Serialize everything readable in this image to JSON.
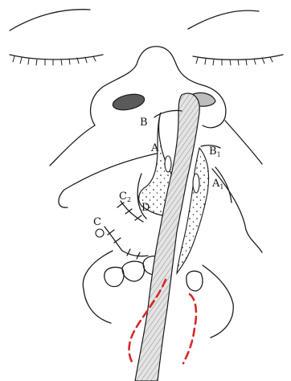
{
  "labels": {
    "B": "B",
    "A": "A",
    "B1": "B",
    "B1_sub": "1",
    "A1": "A",
    "A1_sub": "1",
    "C2": "C",
    "C2_sub": "2",
    "C": "C",
    "D": "D"
  },
  "colors": {
    "ink": "#1c1c1c",
    "shade": "#cfcfcf",
    "incision": "#d8282a",
    "paper": "#ffffff"
  }
}
